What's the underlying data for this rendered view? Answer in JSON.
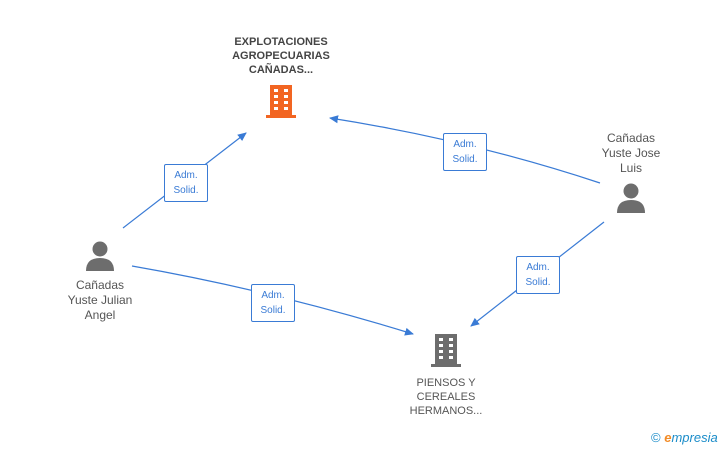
{
  "nodes": {
    "company_top": {
      "label": "EXPLOTACIONES\nAGROPECUARIAS\nCAÑADAS...",
      "icon": "building-icon",
      "color": "#f26522"
    },
    "company_bottom": {
      "label": "PIENSOS Y\nCEREALES\nHERMANOS...",
      "icon": "building-icon",
      "color": "#6d6d6d"
    },
    "person_left": {
      "label": "Cañadas\nYuste Julian\nAngel",
      "icon": "person-icon"
    },
    "person_right": {
      "label": "Cañadas\nYuste Jose\nLuis",
      "icon": "person-icon"
    }
  },
  "edges": [
    {
      "from": "person_left",
      "to": "company_top",
      "label": "Adm.\nSolid."
    },
    {
      "from": "person_right",
      "to": "company_top",
      "label": "Adm.\nSolid."
    },
    {
      "from": "person_left",
      "to": "company_bottom",
      "label": "Adm.\nSolid."
    },
    {
      "from": "person_right",
      "to": "company_bottom",
      "label": "Adm.\nSolid."
    }
  ],
  "colors": {
    "edge": "#3a7bd5",
    "person": "#6d6d6d"
  },
  "watermark": {
    "symbol": "©",
    "brand_initial": "e",
    "brand_rest": "mpresia"
  }
}
